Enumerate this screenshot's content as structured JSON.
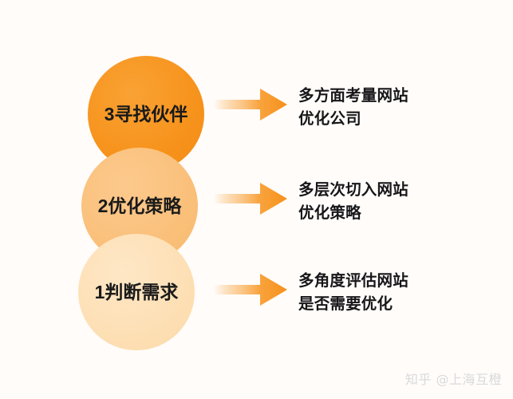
{
  "background_color": "#fffcf9",
  "steps": [
    {
      "id": "step-3",
      "circle_label": "3寻找伙伴",
      "circle_color": "#f7941e",
      "description_line1": "多方面考量网站",
      "description_line2": "优化公司",
      "arrow_icon": "right-arrow-icon"
    },
    {
      "id": "step-2",
      "circle_label": "2优化策略",
      "circle_color": "#fac17c",
      "description_line1": "多层次切入网站",
      "description_line2": "优化策略",
      "arrow_icon": "right-arrow-icon"
    },
    {
      "id": "step-1",
      "circle_label": "1判断需求",
      "circle_color": "#fde0b6",
      "description_line1": "多角度评估网站",
      "description_line2": "是否需要优化",
      "arrow_icon": "right-arrow-icon"
    }
  ],
  "watermark": {
    "logo_icon": "zhihu-logo-icon",
    "text": "知乎 @上海互橙",
    "color": "#d9d9dd"
  }
}
